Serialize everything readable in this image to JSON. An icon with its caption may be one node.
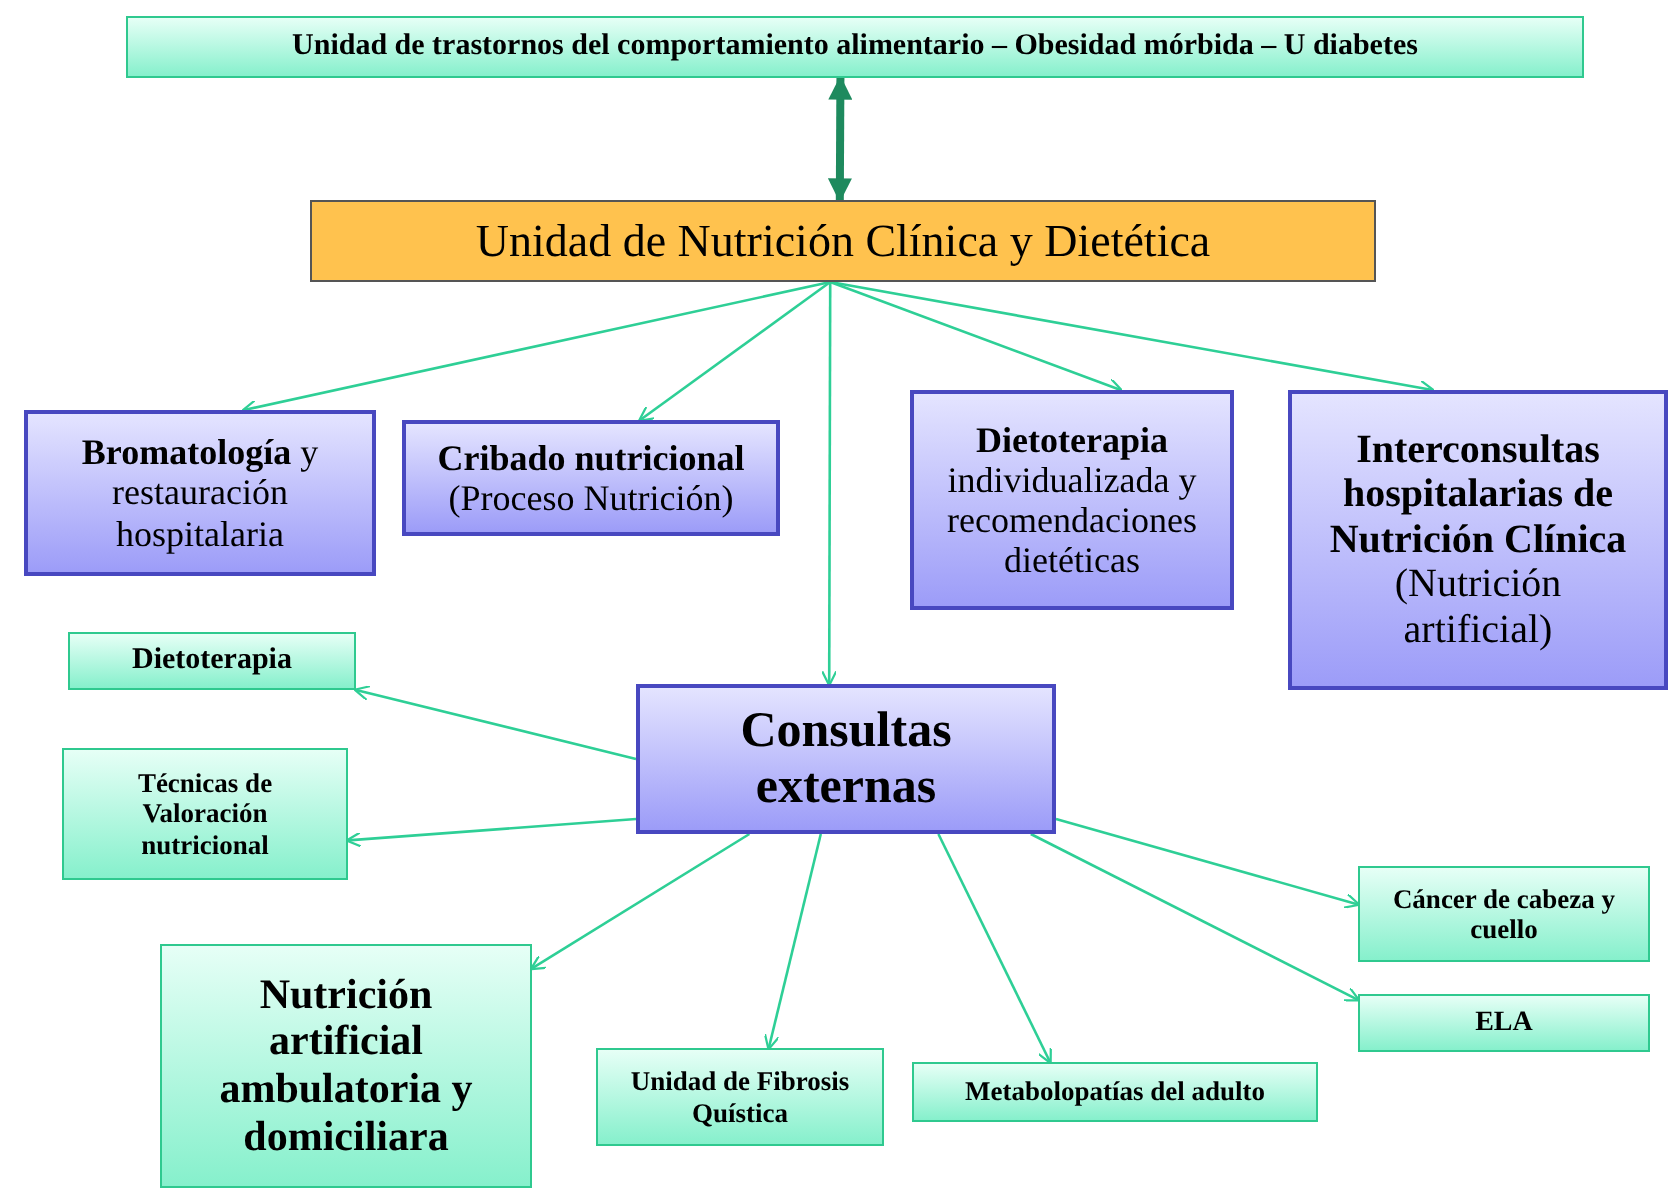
{
  "diagram": {
    "nodes": [
      {
        "text": [
          "Unidad de trastornos del comportamiento alimentario – Obesidad mórbida – U diabetes"
        ]
      },
      {
        "text": [
          "Unidad de Nutrición Clínica y Dietética"
        ]
      },
      {
        "text": [
          "**Bromatología** y restauración hospitalaria"
        ]
      },
      {
        "text": [
          "Cribado nutricional",
          "(Proceso Nutrición)"
        ]
      },
      {
        "text": [
          "Dietoterapia",
          "individualizada y recomendaciones dietéticas"
        ]
      },
      {
        "text": [
          "Interconsultas hospitalarias de Nutrición Clínica",
          "(Nutrición artificial)"
        ]
      },
      {
        "text": [
          "Consultas externas"
        ]
      },
      {
        "text": [
          "Dietoterapia"
        ]
      },
      {
        "text": [
          "Técnicas de Valoración nutricional"
        ]
      },
      {
        "text": [
          "Nutrición artificial ambulatoria y domiciliara"
        ]
      },
      {
        "text": [
          "Unidad de Fibrosis Quística"
        ]
      },
      {
        "text": [
          "Metabolopatías del adulto"
        ]
      },
      {
        "text": [
          "Cáncer de cabeza y cuello"
        ]
      },
      {
        "text": [
          "ELA"
        ]
      }
    ],
    "edges": [
      {
        "from": 0,
        "to": 1,
        "arrow": "both",
        "style": "thick",
        "color": "#1e8a5e"
      },
      {
        "from": 1,
        "to": 2,
        "arrow": "to"
      },
      {
        "from": 1,
        "to": 3,
        "arrow": "to"
      },
      {
        "from": 1,
        "to": 4,
        "arrow": "to"
      },
      {
        "from": 1,
        "to": 5,
        "arrow": "to"
      },
      {
        "from": 1,
        "to": 6,
        "arrow": "to"
      },
      {
        "from": 6,
        "to": 7,
        "arrow": "to"
      },
      {
        "from": 6,
        "to": 8,
        "arrow": "to"
      },
      {
        "from": 6,
        "to": 9,
        "arrow": "to"
      },
      {
        "from": 6,
        "to": 10,
        "arrow": "to"
      },
      {
        "from": 6,
        "to": 11,
        "arrow": "to"
      },
      {
        "from": 6,
        "to": 12,
        "arrow": "to"
      },
      {
        "from": 6,
        "to": 13,
        "arrow": "to"
      }
    ]
  }
}
